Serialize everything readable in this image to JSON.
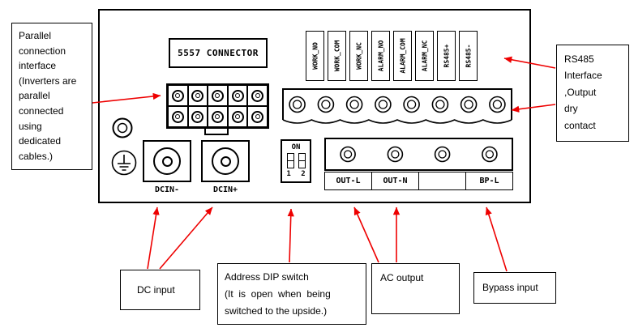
{
  "panel": {
    "connector_label": "5557 CONNECTOR",
    "vertical_labels": [
      "WORK_NO",
      "WORK_COM",
      "WORK_NC",
      "ALARM_NO",
      "ALARM_COM",
      "ALARM_NC",
      "RS485+",
      "RS485-"
    ],
    "dip_switch": {
      "on_label": "ON",
      "positions": "1 2"
    },
    "dc_terminals": [
      "DCIN-",
      "DCIN+"
    ],
    "output_terminals": [
      "OUT-L",
      "OUT-N",
      "",
      "BP-L"
    ]
  },
  "callouts": {
    "parallel_interface": "Parallel\nconnection\ninterface\n(Inverters are\nparallel\nconnected\nusing\ndedicated\ncables.)",
    "rs485": "RS485\nInterface\n,Output\ndry\ncontact",
    "dc_input": "DC input",
    "address_dip_switch": "Address DIP switch\n(It  is  open  when  being\nswitched to the upside.)",
    "ac_output": "AC output",
    "bypass_input": "Bypass input"
  },
  "colors": {
    "arrow": "#ee0000",
    "line": "#000000"
  }
}
